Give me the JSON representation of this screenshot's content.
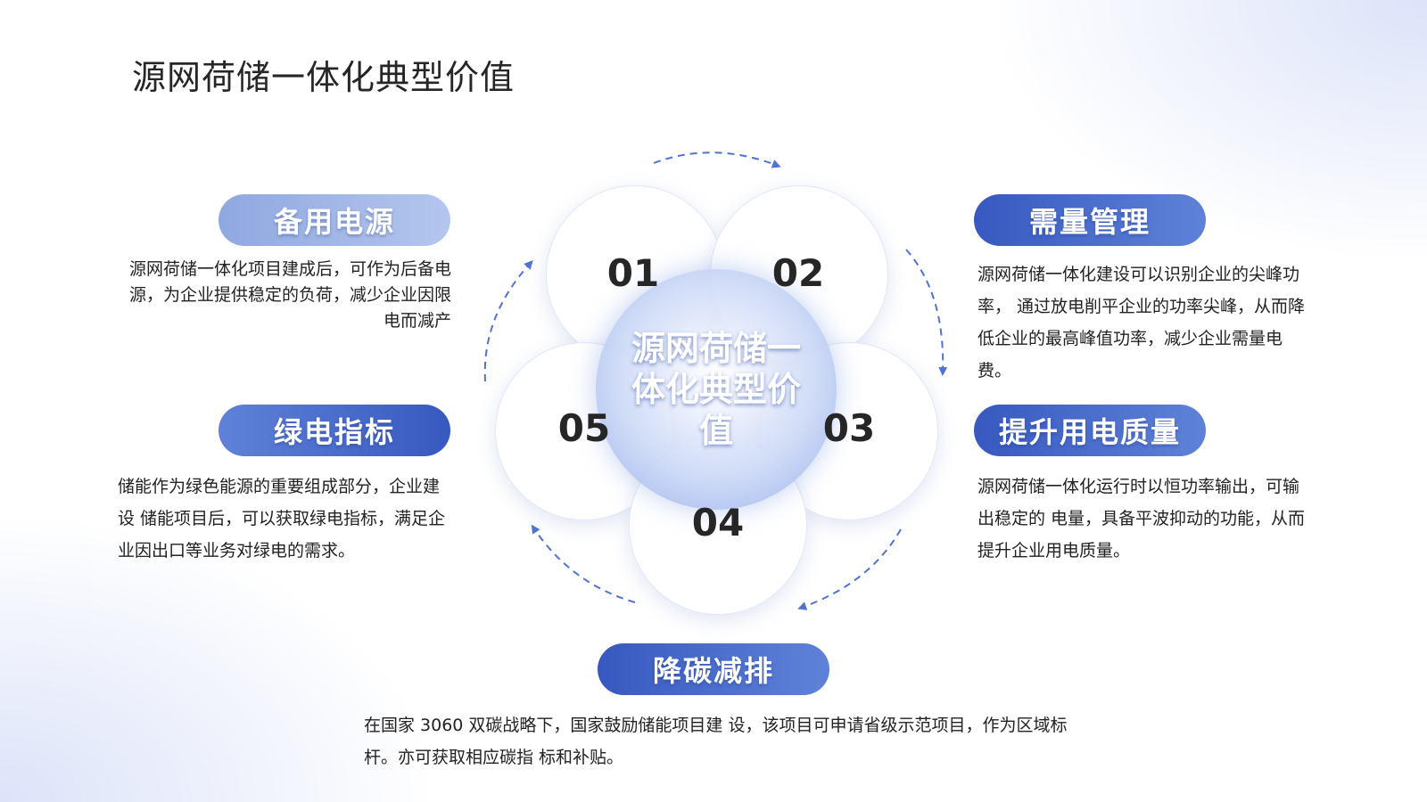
{
  "title": "源网荷储一体化典型价值",
  "center": "源网荷储一体化典型价值",
  "numbers": [
    "01",
    "02",
    "03",
    "04",
    "05"
  ],
  "items": {
    "backup_power": {
      "label": "备用电源",
      "desc": "源网荷储一体化项目建成后，可作为后备电源，为企业提供稳定的负荷，减少企业因限电而减产"
    },
    "demand_management": {
      "label": "需量管理",
      "desc": "源网荷储一体化建设可以识别企业的尖峰功率， 通过放电削平企业的功率尖峰，从而降低企业的最高峰值功率，减少企业需量电费。"
    },
    "green_power": {
      "label": "绿电指标",
      "desc": "储能作为绿色能源的重要组成部分，企业建设 储能项目后，可以获取绿电指标，满足企业因出口等业务对绿电的需求。"
    },
    "power_quality": {
      "label": "提升用电质量",
      "desc": "源网荷储一体化运行时以恒功率输出，可输出稳定的 电量，具备平波抑动的功能，从而提升企业用电质量。"
    },
    "carbon_reduction": {
      "label": "降碳减排",
      "desc": "在国家 3060 双碳战略下，国家鼓励储能项目建 设，该项目可申请省级示范项目，作为区域标杆。亦可获取相应碳指 标和补贴。"
    }
  },
  "colors": {
    "accent_dark": "#3759c0",
    "accent_light": "#b4c6ee",
    "arrow": "#4f74cf"
  }
}
